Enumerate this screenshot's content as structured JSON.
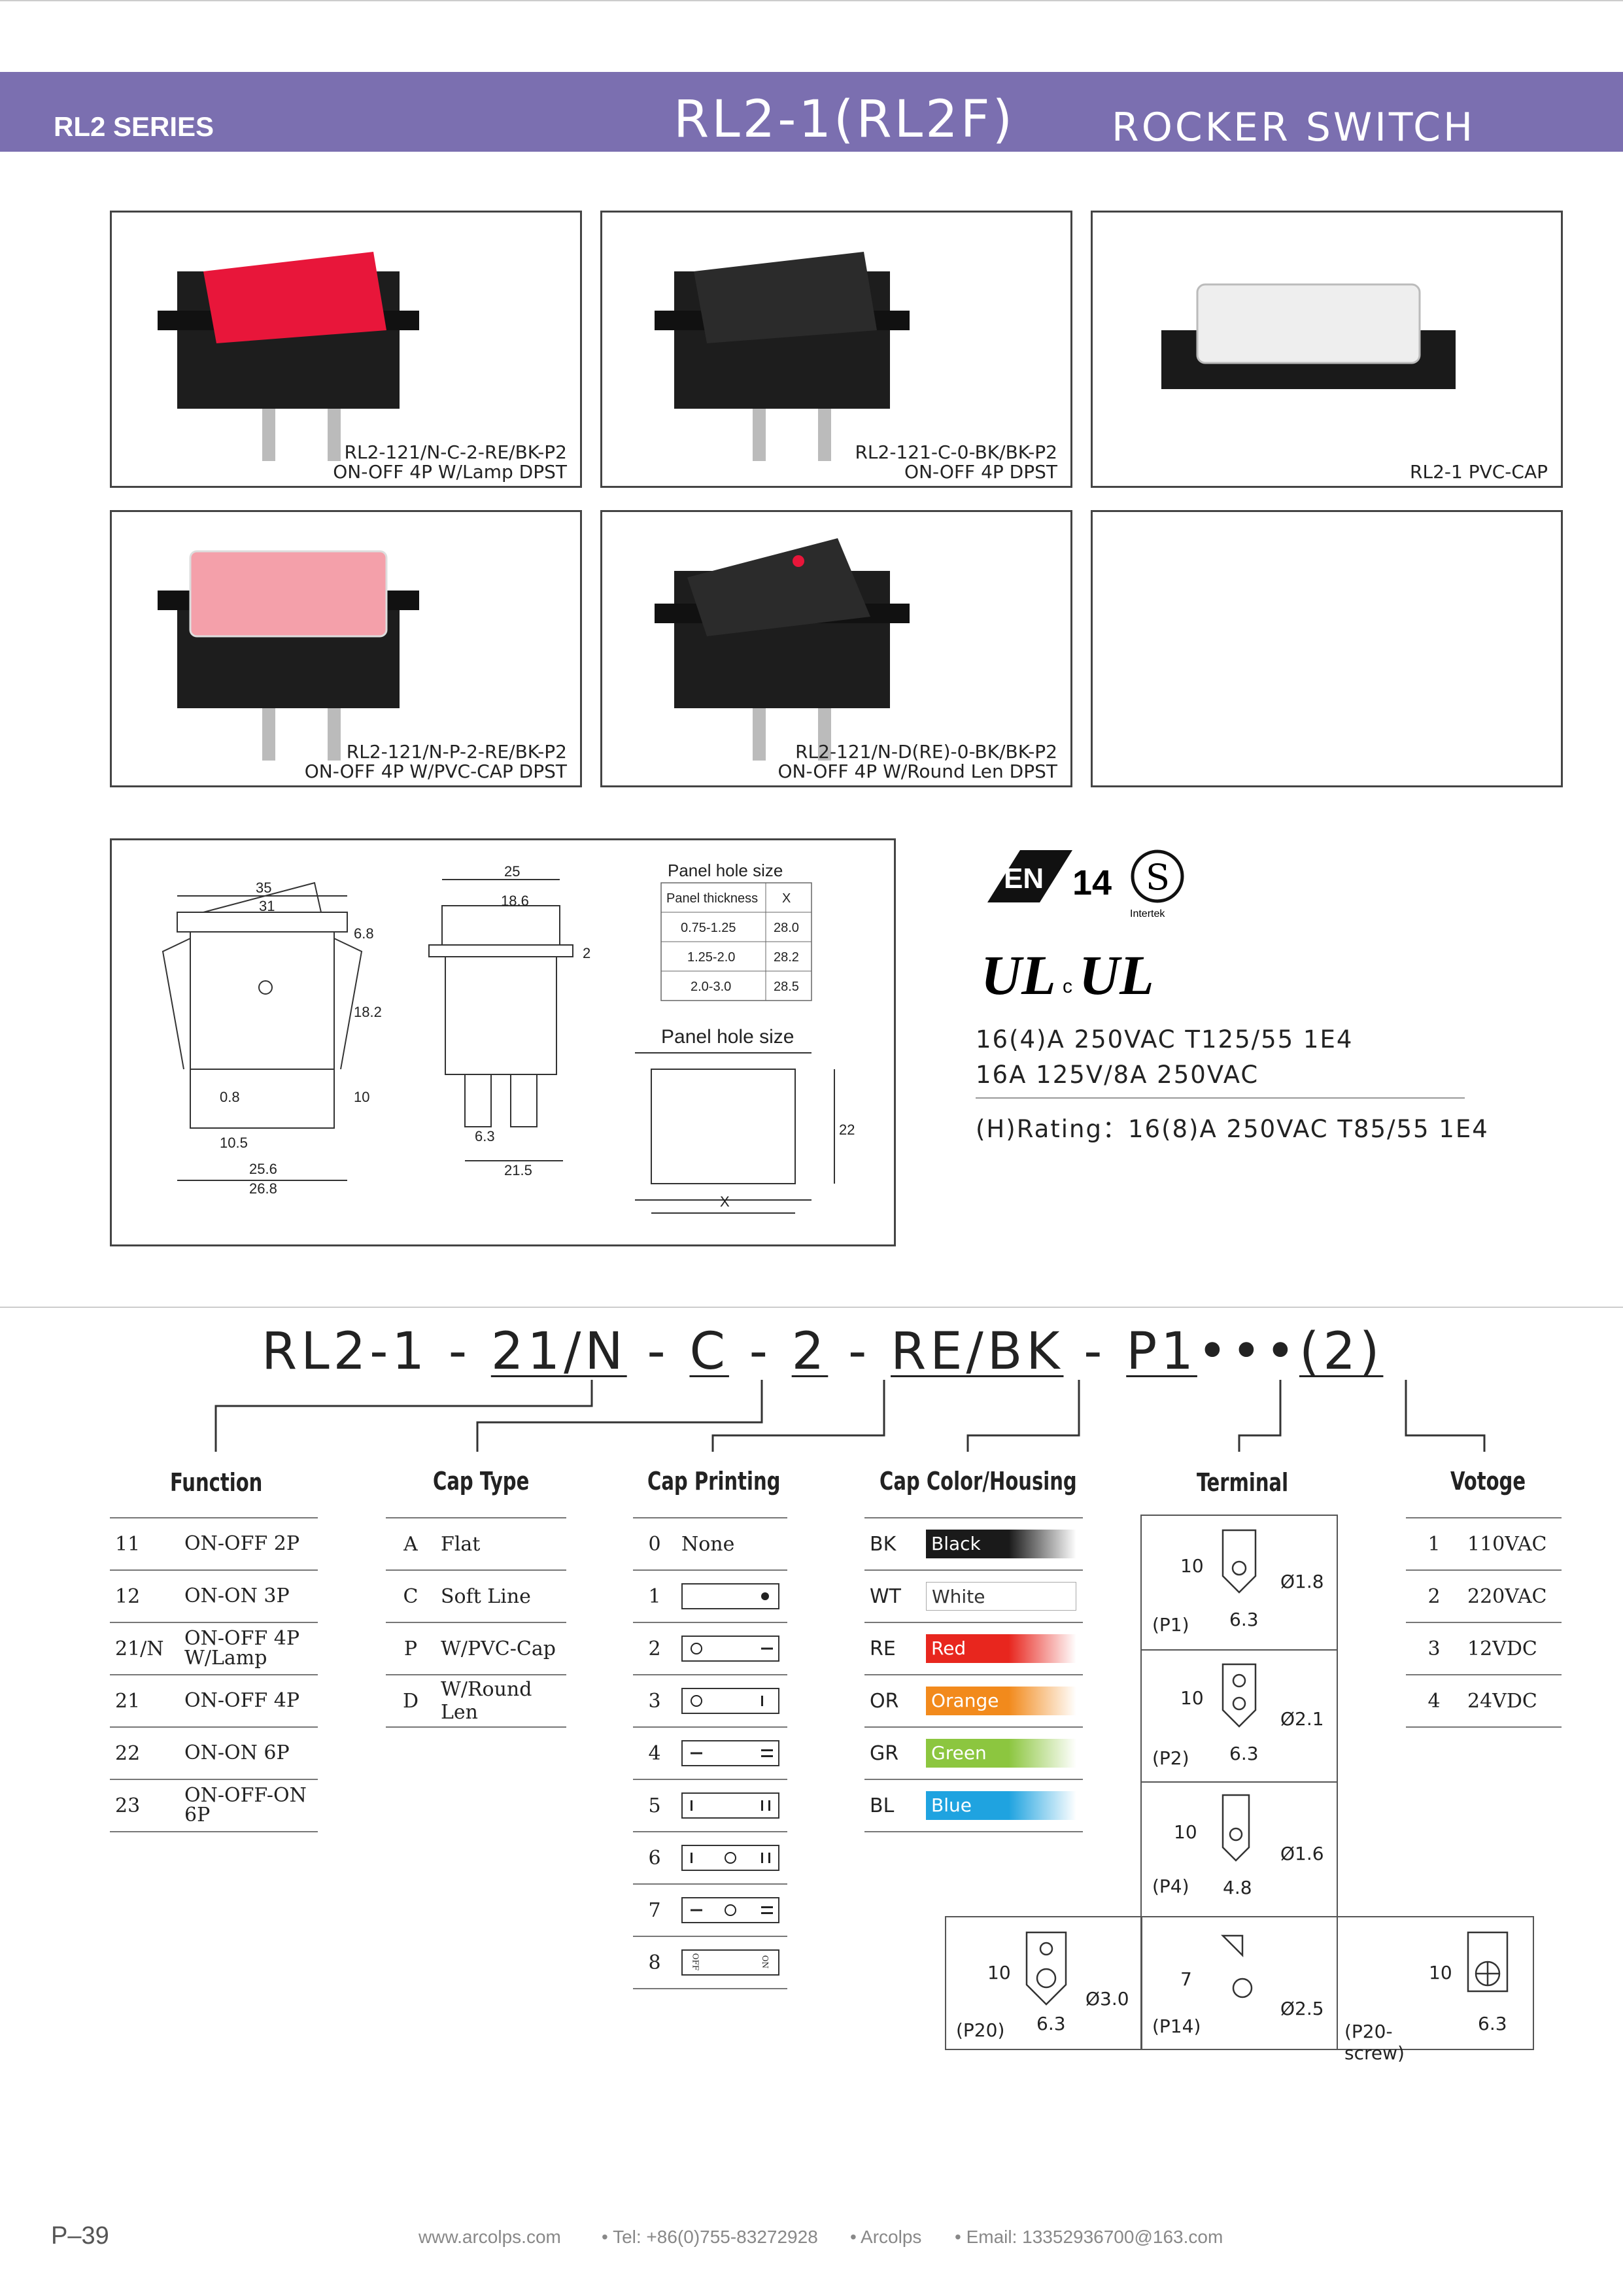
{
  "header": {
    "series": "RL2 SERIES",
    "model": "RL2-1(RL2F)",
    "product_type": "ROCKER SWITCH"
  },
  "photos": [
    {
      "line1": "RL2-121/N-C-2-RE/BK-P2",
      "line2": "ON-OFF 4P W/Lamp DPST"
    },
    {
      "line1": "RL2-121-C-0-BK/BK-P2",
      "line2": "ON-OFF 4P DPST"
    },
    {
      "line1": "RL2-1  PVC-CAP",
      "line2": ""
    },
    {
      "line1": "RL2-121/N-P-2-RE/BK-P2",
      "line2": "ON-OFF 4P W/PVC-CAP DPST"
    },
    {
      "line1": "RL2-121/N-D(RE)-0-BK/BK-P2",
      "line2": "ON-OFF 4P W/Round Len DPST"
    }
  ],
  "drawing": {
    "dims": [
      "35",
      "31",
      "6.8",
      "18.2",
      "10",
      "0.8",
      "10.5",
      "25.6",
      "26.8",
      "25",
      "18.6",
      "2",
      "6.3",
      "21.5",
      "22",
      "X"
    ],
    "panel_table_title": "Panel hole size",
    "panel_table_head": [
      "Panel thickness",
      "X"
    ],
    "panel_table_rows": [
      [
        "0.75-1.25",
        "28.0"
      ],
      [
        "1.25-2.0",
        "28.2"
      ],
      [
        "2.0-3.0",
        "28.5"
      ]
    ],
    "panel_hole_title": "Panel hole size"
  },
  "certs": {
    "enec": "14",
    "intertek": "Intertek",
    "ul": "c"
  },
  "ratings": [
    "16(4)A 250VAC T125/55 1E4",
    "16A 125V/8A 250VAC",
    "(H)Rating：16(8)A 250VAC T85/55 1E4"
  ],
  "code": {
    "base": "RL2-1",
    "function": "21/N",
    "cap": "C",
    "printing": "2",
    "color": "RE/BK",
    "terminal": "P1",
    "dots": "•••",
    "voltage": "(2)",
    "sep": "-"
  },
  "sections": {
    "function": "Function",
    "cap_type": "Cap Type",
    "cap_printing": "Cap Printing",
    "cap_color": "Cap Color/Housing",
    "terminal": "Terminal",
    "voltage": "Votoge"
  },
  "function_rows": [
    [
      "11",
      "ON-OFF  2P"
    ],
    [
      "12",
      "ON-ON   3P"
    ],
    [
      "21/N",
      "ON-OFF 4P\nW/Lamp"
    ],
    [
      "21",
      "ON-OFF  4P"
    ],
    [
      "22",
      "ON-ON    6P"
    ],
    [
      "23",
      "ON-OFF-ON  6P"
    ]
  ],
  "cap_rows": [
    [
      "A",
      "Flat"
    ],
    [
      "C",
      "Soft   Line"
    ],
    [
      "P",
      "W/PVC-Cap"
    ],
    [
      "D",
      "W/Round Len"
    ]
  ],
  "printing_rows": [
    "0",
    "1",
    "2",
    "3",
    "4",
    "5",
    "6",
    "7",
    "8"
  ],
  "printing_none": "None",
  "printing_8_marks": [
    "OFF",
    "ON"
  ],
  "color_rows": [
    {
      "code": "BK",
      "name": "Black",
      "color": "#1a1a1a"
    },
    {
      "code": "WT",
      "name": "White",
      "color": "#ffffff"
    },
    {
      "code": "RE",
      "name": "Red",
      "color": "#e8261e"
    },
    {
      "code": "OR",
      "name": "Orange",
      "color": "#f28a1c"
    },
    {
      "code": "GR",
      "name": "Green",
      "color": "#8cc63f"
    },
    {
      "code": "BL",
      "name": "Blue",
      "color": "#1fa3e0"
    }
  ],
  "voltage_rows": [
    [
      "1",
      "110VAC"
    ],
    [
      "2",
      "220VAC"
    ],
    [
      "3",
      "12VDC"
    ],
    [
      "4",
      "24VDC"
    ]
  ],
  "terminals": [
    {
      "label": "(P1)",
      "dia": "Ø1.8",
      "h": "10",
      "w": "6.3"
    },
    {
      "label": "(P2)",
      "dia": "Ø2.1",
      "h": "10",
      "w": "6.3"
    },
    {
      "label": "(P4)",
      "dia": "Ø1.6",
      "h": "10",
      "w": "4.8"
    },
    {
      "label": "(P20)",
      "dia": "Ø3.0",
      "h": "10",
      "w": "6.3"
    },
    {
      "label": "(P14)",
      "dia": "Ø2.5",
      "h": "7",
      "w": ""
    },
    {
      "label": "(P20-screw)",
      "dia": "",
      "h": "10",
      "w": "6.3"
    }
  ],
  "footer": {
    "page": "P–39",
    "web": "www.arcolps.com",
    "tel": "• Tel: +86(0)755-83272928",
    "brand": "• Arcolps",
    "email": "• Email: 13352936700@163.com"
  }
}
